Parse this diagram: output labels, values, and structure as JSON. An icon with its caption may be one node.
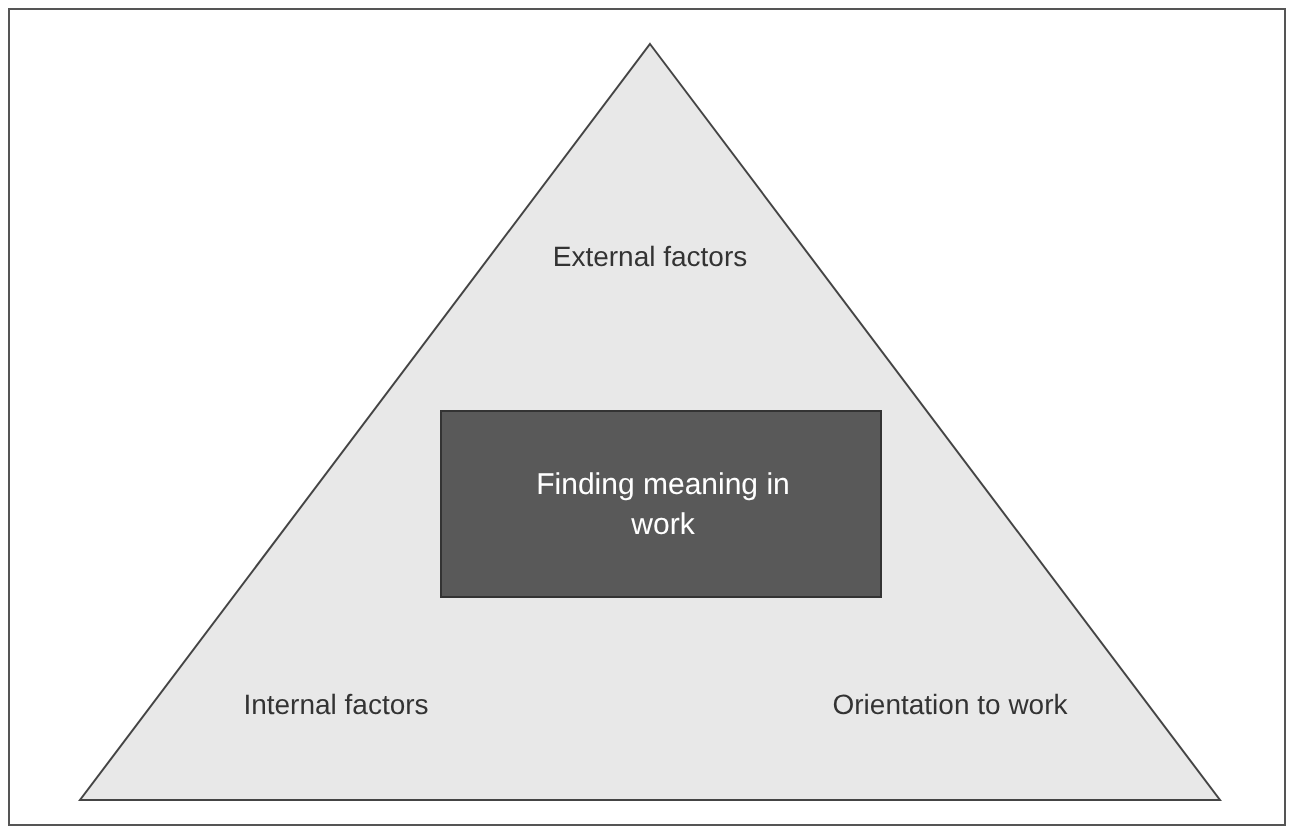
{
  "diagram": {
    "nodes": [
      {
        "text": [
          "External factors",
          "Internal factors",
          "Orientation to work"
        ]
      },
      {
        "text": [
          "Finding meaning in work"
        ],
        "in": 0
      }
    ],
    "edges": []
  }
}
